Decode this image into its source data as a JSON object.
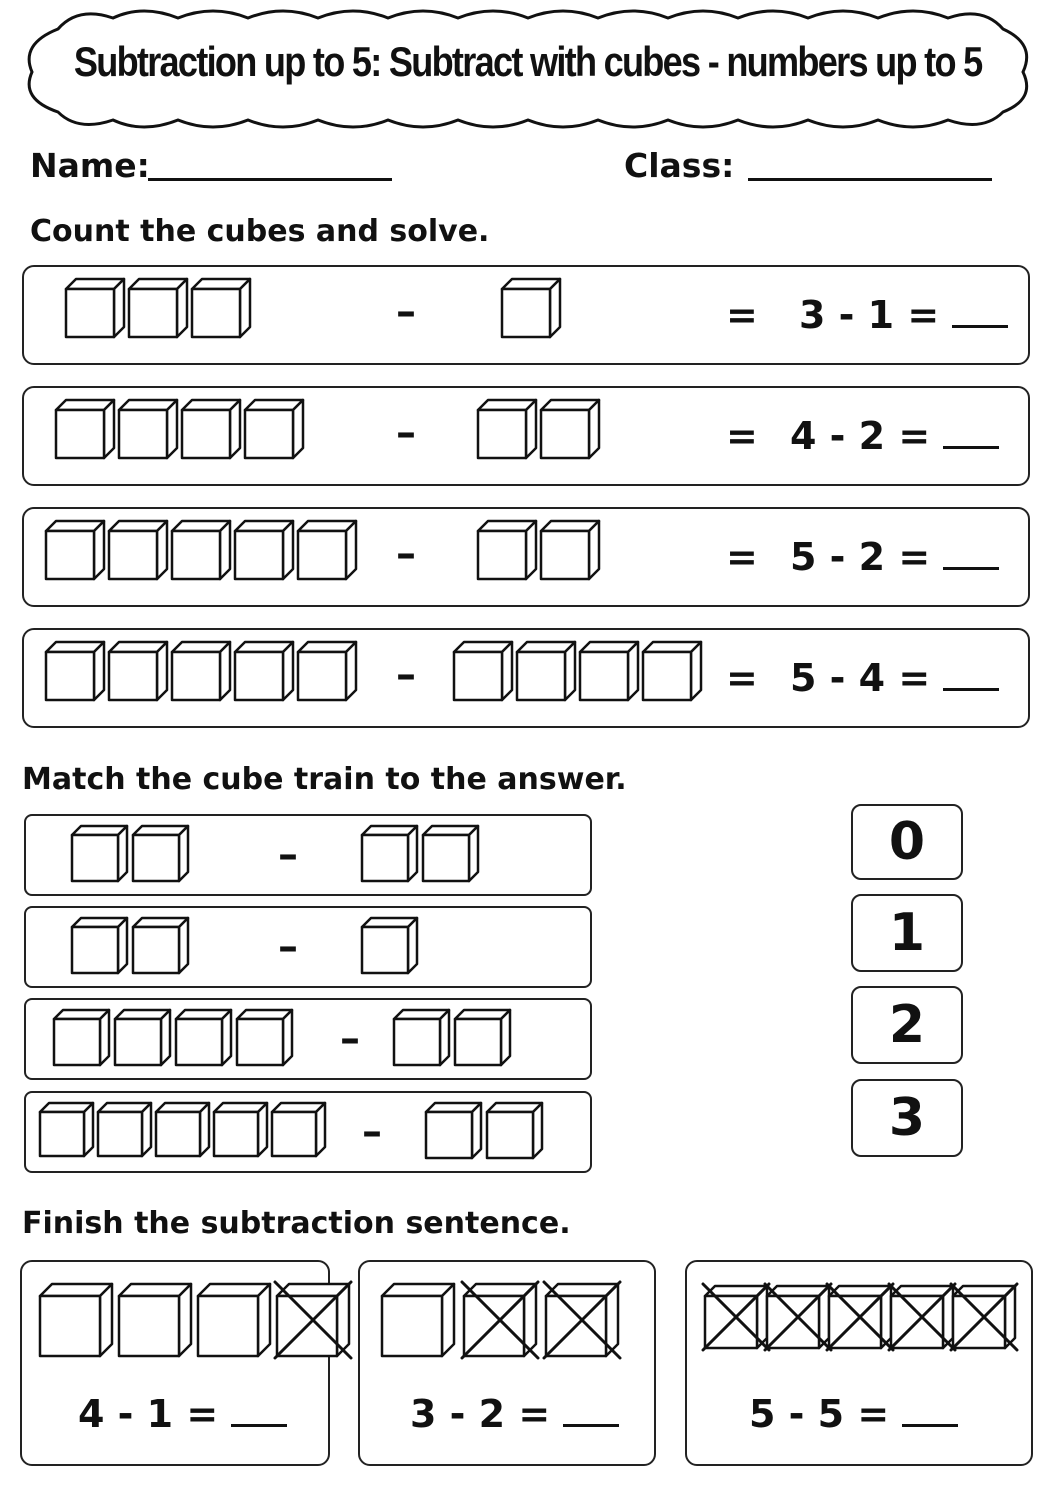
{
  "title": "Subtraction up to 5: Subtract with cubes - numbers up to 5",
  "name_label": "Name:",
  "class_label": "Class:",
  "section1": {
    "instruction": "Count the cubes and solve.",
    "rows": [
      {
        "start": 3,
        "take": 1,
        "equation": "3 - 1 ="
      },
      {
        "start": 4,
        "take": 2,
        "equation": "4 - 2 ="
      },
      {
        "start": 5,
        "take": 2,
        "equation": "5 - 2 ="
      },
      {
        "start": 5,
        "take": 4,
        "equation": "5 - 4 ="
      }
    ],
    "minus": "–",
    "equals": "="
  },
  "section2": {
    "instruction": "Match the cube train to the answer.",
    "rows": [
      {
        "start": 2,
        "take": 2
      },
      {
        "start": 2,
        "take": 1
      },
      {
        "start": 4,
        "take": 2
      },
      {
        "start": 5,
        "take": 2
      }
    ],
    "minus": "–",
    "answers": [
      "0",
      "1",
      "2",
      "3"
    ]
  },
  "section3": {
    "instruction": "Finish the subtraction sentence.",
    "panels": [
      {
        "total": 4,
        "crossed": 1,
        "equation": "4 - 1 ="
      },
      {
        "total": 3,
        "crossed": 2,
        "equation": "3 - 2 ="
      },
      {
        "total": 5,
        "crossed": 5,
        "equation": "5 - 5 ="
      }
    ]
  }
}
